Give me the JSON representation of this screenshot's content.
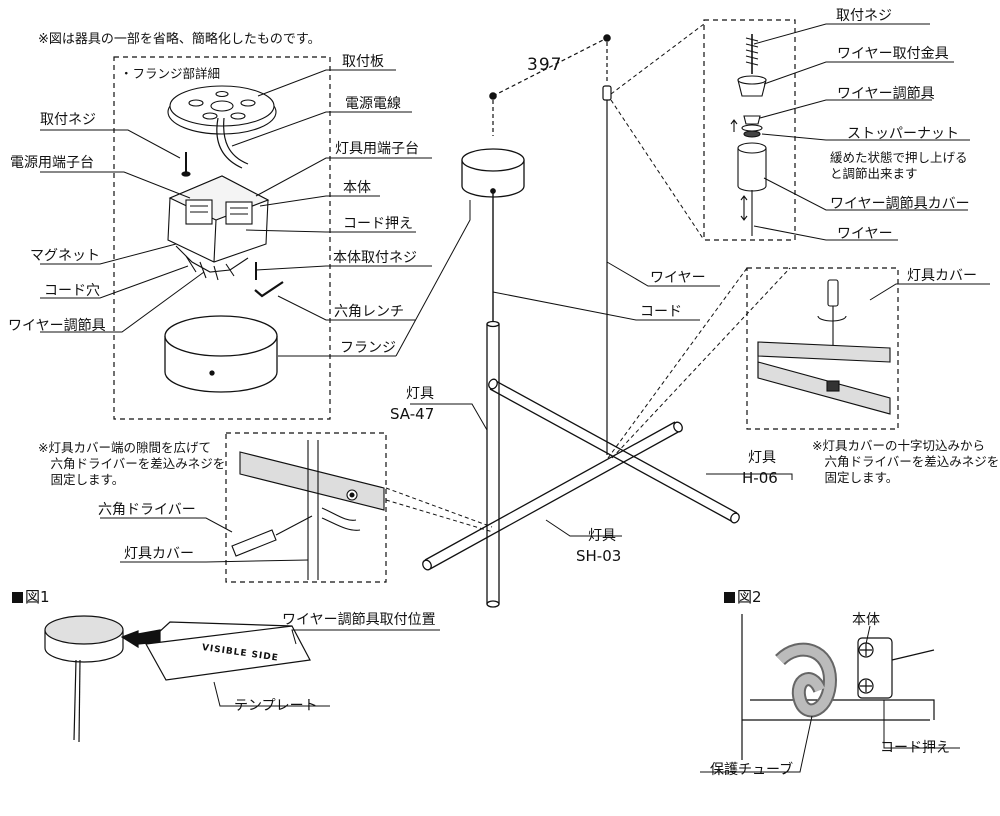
{
  "header_note": "※図は器具の一部を省略、簡略化したものです。",
  "dimension": "397",
  "flange_detail": {
    "title": "・フランジ部詳細",
    "labels": {
      "mount_plate": "取付板",
      "power_wire": "電源電線",
      "mount_screw": "取付ネジ",
      "lamp_terminal": "灯具用端子台",
      "power_terminal": "電源用端子台",
      "body": "本体",
      "cord_clamp": "コード押え",
      "magnet": "マグネット",
      "body_screw": "本体取付ネジ",
      "cord_hole": "コード穴",
      "hex_wrench": "六角レンチ",
      "wire_adjuster": "ワイヤー調節具",
      "flange": "フランジ"
    }
  },
  "wire_detail": {
    "labels": {
      "mount_screw": "取付ネジ",
      "wire_fitting": "ワイヤー取付金具",
      "wire_adjuster": "ワイヤー調節具",
      "stopper_nut": "ストッパーナット",
      "stopper_note": "緩めた状態で押し上げる\nと調節出来ます",
      "adjuster_cover": "ワイヤー調節具カバー",
      "wire": "ワイヤー"
    }
  },
  "main": {
    "wire_label": "ワイヤー",
    "cord_label": "コード",
    "lamp_cover_label": "灯具カバー",
    "lamp_a_label": "灯具",
    "lamp_a_code": "SA-47",
    "lamp_b_label": "灯具",
    "lamp_b_code": "H-06",
    "lamp_c_label": "灯具",
    "lamp_c_code": "SH-03",
    "right_note": "※灯具カバーの十字切込みから\n　六角ドライバーを差込みネジを\n　固定します。",
    "left_note": "※灯具カバー端の隙間を広げて\n　六角ドライバーを差込みネジを\n　固定します。",
    "hex_driver": "六角ドライバー",
    "lamp_cover_label2": "灯具カバー"
  },
  "figure1": {
    "title": "図1",
    "template_text": "VISIBLE SIDE",
    "position_label": "ワイヤー調節具取付位置",
    "template_label": "テンプレート"
  },
  "figure2": {
    "title": "図2",
    "body": "本体",
    "cord_clamp": "コード押え",
    "tube": "保護チューブ"
  }
}
